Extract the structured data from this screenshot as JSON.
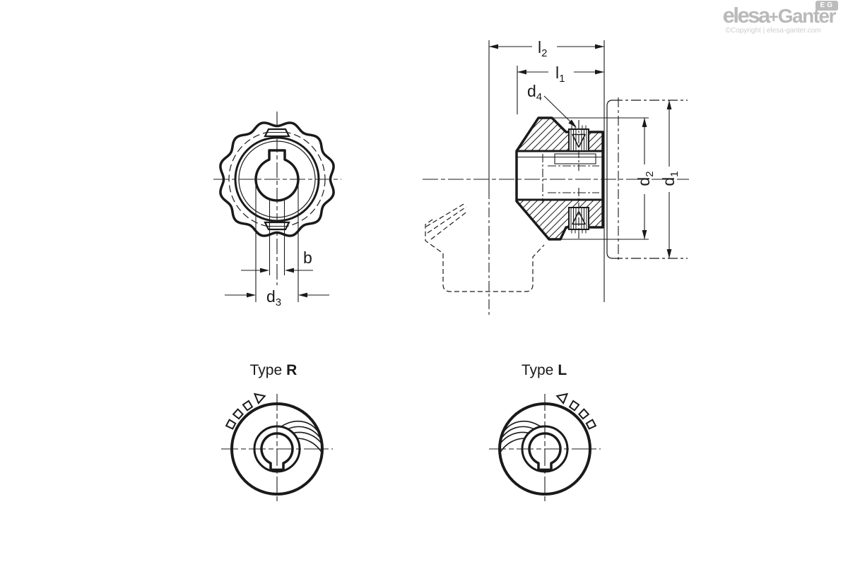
{
  "header": {
    "brand": {
      "primary": "elesa",
      "plus": "+",
      "secondary": "Ganter",
      "badge": "EG"
    },
    "copyright": "©Copyright | elesa-ganter.com"
  },
  "views": {
    "type_r": {
      "label_prefix": "Type",
      "label_value": "R"
    },
    "type_l": {
      "label_prefix": "Type",
      "label_value": "L"
    }
  },
  "dimensions": {
    "l2": {
      "base": "l",
      "sub": "2"
    },
    "l1": {
      "base": "l",
      "sub": "1"
    },
    "d4": {
      "base": "d",
      "sub": "4"
    },
    "d2": {
      "base": "d",
      "sub": "2"
    },
    "d1": {
      "base": "d",
      "sub": "1"
    },
    "d3": {
      "base": "d",
      "sub": "3"
    },
    "b": {
      "base": "b",
      "sub": ""
    }
  }
}
